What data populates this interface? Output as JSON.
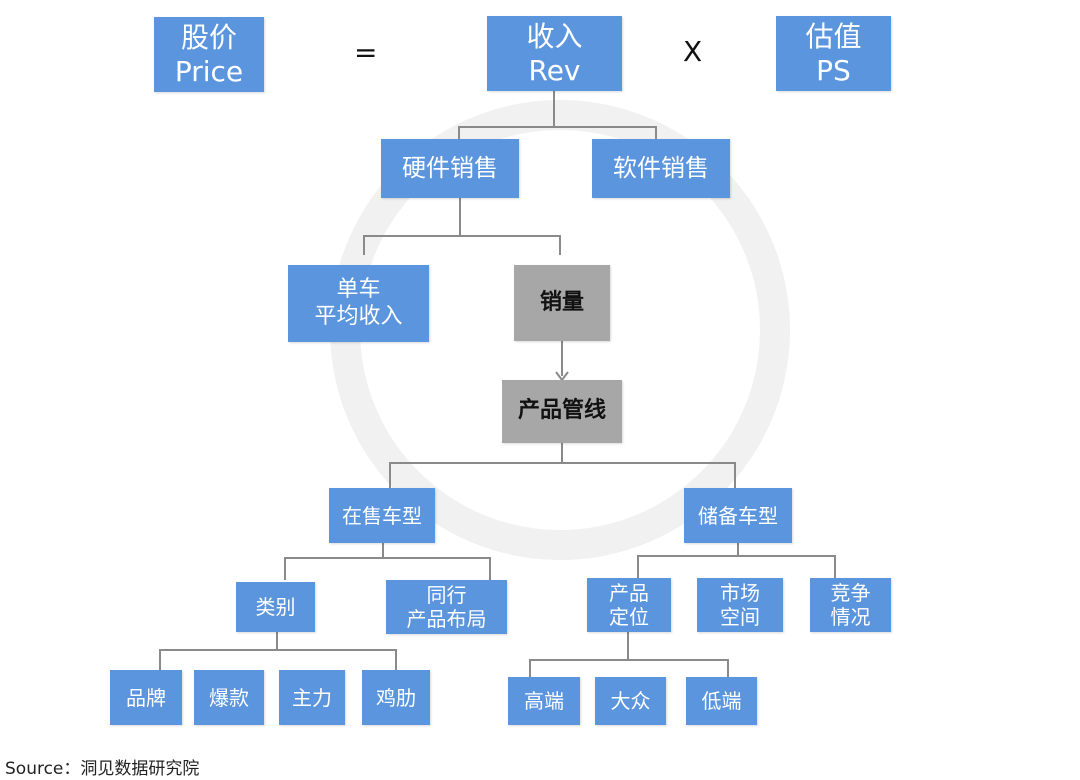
{
  "top": {
    "price": [
      "股价",
      "Price"
    ],
    "equals": "=",
    "rev": [
      "收入",
      "Rev"
    ],
    "times": "X",
    "ps": [
      "估值",
      "PS"
    ]
  },
  "level1": {
    "hardware": "硬件销售",
    "software": "软件销售"
  },
  "level2": {
    "avg_rev": [
      "单车",
      "平均收入"
    ],
    "volume": "销量"
  },
  "pipeline": "产品管线",
  "level3": {
    "on_sale": "在售车型",
    "reserve": "储备车型"
  },
  "on_sale_children": {
    "category": "类别",
    "peer": [
      "同行",
      "产品布局"
    ]
  },
  "reserve_children": {
    "position": [
      "产品",
      "定位"
    ],
    "market": [
      "市场",
      "空间"
    ],
    "competition": [
      "竞争",
      "情况"
    ]
  },
  "category_children": [
    "品牌",
    "爆款",
    "主力",
    "鸡肋"
  ],
  "position_children": [
    "高端",
    "大众",
    "低端"
  ],
  "source": "Source：洞见数据研究院",
  "colors": {
    "blue": "#5b95de",
    "gray": "#a7a7a7"
  }
}
